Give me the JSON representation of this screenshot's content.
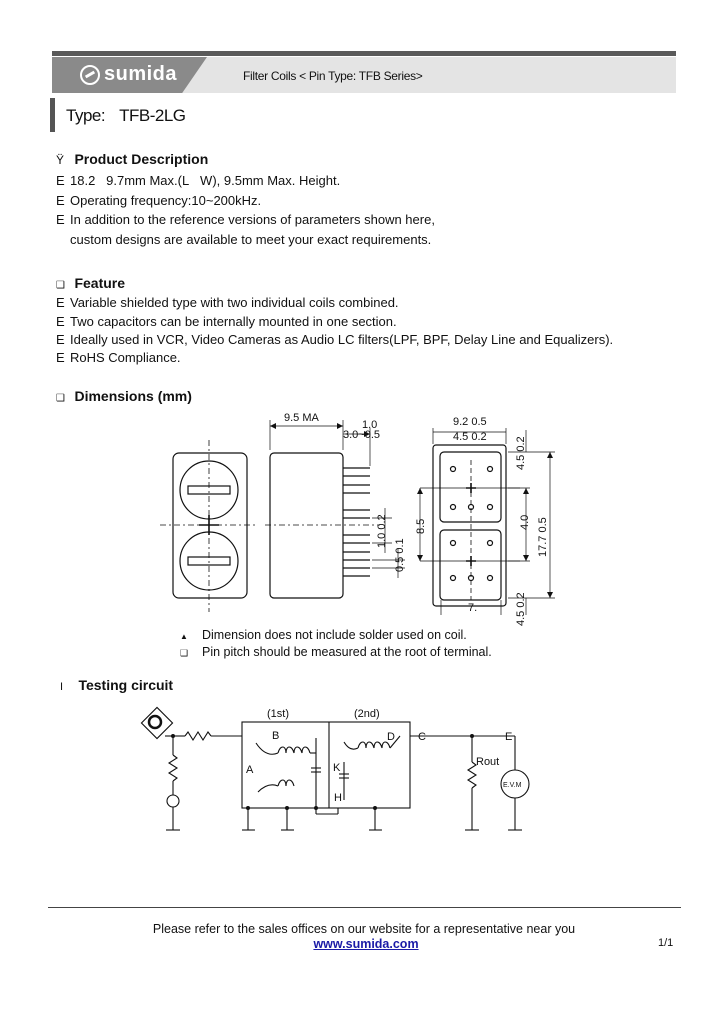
{
  "header": {
    "logo_text": "sumida",
    "title": "Filter Coils < Pin Type: TFB Series>"
  },
  "type": {
    "label": "Type:",
    "value": "TFB-2LG"
  },
  "product_description": {
    "marker": "Ÿ",
    "title": "Product Description",
    "items": [
      {
        "bullet": "E",
        "text": "18.2   9.7mm Max.(L   W), 9.5mm Max. Height."
      },
      {
        "bullet": "E",
        "text": "Operating frequency:10~200kHz."
      },
      {
        "bullet": "E",
        "text": "In addition to the reference versions of parameters shown here,"
      },
      {
        "bullet": "",
        "text": "custom designs are available to meet your exact requirements."
      }
    ]
  },
  "feature": {
    "marker": "❑",
    "title": "Feature",
    "items": [
      {
        "bullet": "E",
        "text": "Variable shielded type with two individual coils combined."
      },
      {
        "bullet": "E",
        "text": "Two capacitors can be internally mounted in one section."
      },
      {
        "bullet": "E",
        "text": "Ideally used in VCR, Video Cameras as Audio LC filters(LPF, BPF, Delay Line and Equalizers)."
      },
      {
        "bullet": "E",
        "text": "RoHS Compliance."
      }
    ]
  },
  "dimensions": {
    "marker": "❑",
    "title": "Dimensions (mm)",
    "labels": {
      "side_width": "9.5  MA",
      "pin_off": "1.0",
      "pin_len": "3.0~0.5",
      "pin_pitch_v": "1.0 0.2",
      "pin_w": "0.5 0.1",
      "top_w": "9.2 0.5",
      "top_half": "4.5 0.2",
      "right_top": "4.5 0.2",
      "right_mid": "4.0",
      "right_total": "17.7 0.5",
      "right_bot": "4.5 0.2",
      "left_h": "8.5",
      "bottom_w": "7."
    },
    "notes": [
      {
        "marker": "▲",
        "text": "Dimension does not include solder used on coil."
      },
      {
        "marker": "❑",
        "text": "Pin pitch should be measured at the root of terminal."
      }
    ]
  },
  "testing": {
    "marker": "I",
    "title": "Testing circuit",
    "labels": {
      "first": "(1st)",
      "second": "(2nd)",
      "A": "A",
      "B": "B",
      "K": "K",
      "H": "H",
      "D": "D",
      "C": "C",
      "E": "E",
      "rout": "Rout",
      "evm": "E.V.M"
    }
  },
  "footer": {
    "text": "Please refer to the sales offices on our website for a representative near you",
    "link": "www.sumida.com",
    "page": "1/1"
  }
}
